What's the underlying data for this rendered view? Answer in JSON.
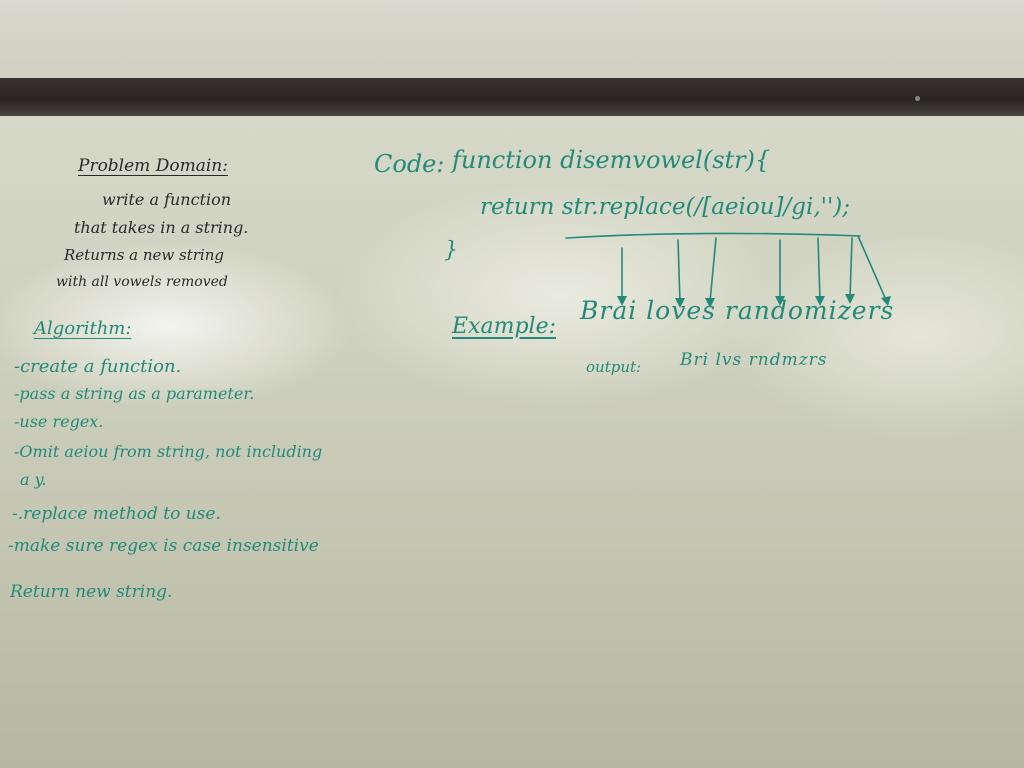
{
  "problem_domain": {
    "heading": "Problem Domain:",
    "lines": [
      "write a function",
      "that takes in a string.",
      "Returns a new string",
      "with all vowels removed"
    ]
  },
  "algorithm": {
    "heading": "Algorithm:",
    "steps": [
      "-create a function.",
      "-pass a string as a parameter.",
      "-use regex.",
      "-Omit aeiou from string, not including",
      "a y.",
      "-.replace method to use.",
      "-make sure regex is case insensitive",
      "Return new string."
    ]
  },
  "code": {
    "label": "Code:",
    "line1": "function disemvowel(str){",
    "line2": "return str.replace(/[aeiou]/gi,'');",
    "line3": "}"
  },
  "example": {
    "label": "Example:",
    "input": "Brai loves randomizers",
    "output_label": "output:",
    "output": "Bri lvs rndmzrs"
  },
  "colors": {
    "marker_green": "#238a7a",
    "marker_black": "#2a2a2a",
    "board": "#cfd1bf"
  }
}
